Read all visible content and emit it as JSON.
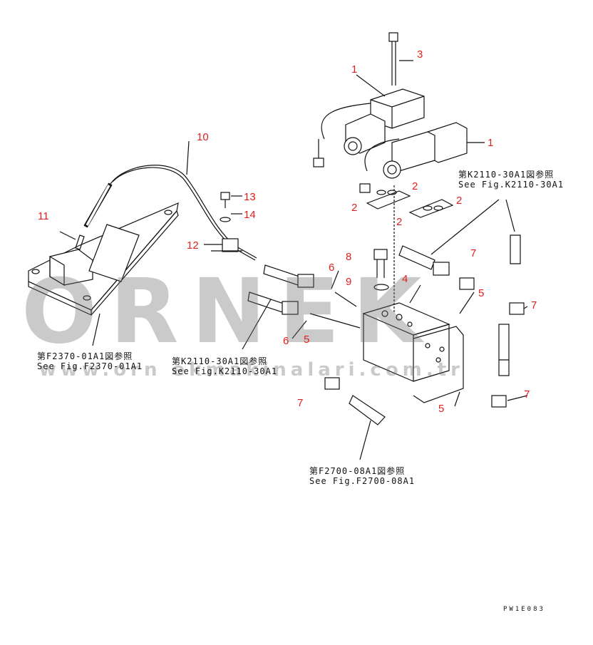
{
  "diagram": {
    "parts": [
      {
        "label": "1"
      },
      {
        "label": "1"
      },
      {
        "label": "2"
      },
      {
        "label": "2"
      },
      {
        "label": "2"
      },
      {
        "label": "2"
      },
      {
        "label": "3"
      },
      {
        "label": "4"
      },
      {
        "label": "5"
      },
      {
        "label": "5"
      },
      {
        "label": "5"
      },
      {
        "label": "6"
      },
      {
        "label": "6"
      },
      {
        "label": "7"
      },
      {
        "label": "7"
      },
      {
        "label": "7"
      },
      {
        "label": "7"
      },
      {
        "label": "8"
      },
      {
        "label": "9"
      },
      {
        "label": "10"
      },
      {
        "label": "11"
      },
      {
        "label": "12"
      },
      {
        "label": "13"
      },
      {
        "label": "14"
      }
    ],
    "references": [
      {
        "jp": "第K2110-30A1図参照",
        "en": "See Fig.K2110-30A1"
      },
      {
        "jp": "第F2370-01A1図参照",
        "en": "See Fig.F2370-01A1"
      },
      {
        "jp": "第K2110-30A1図参照",
        "en": "See Fig.K2110-30A1"
      },
      {
        "jp": "第F2700-08A1図参照",
        "en": "See Fig.F2700-08A1"
      }
    ],
    "drawing_code": "PW1E083"
  },
  "watermark": {
    "brand": "ORNEK",
    "url": "www.orn ekmakinalari.com.tr",
    "color": "#6a6a6a"
  },
  "colors": {
    "callout": "#e02020",
    "line": "#111111"
  }
}
